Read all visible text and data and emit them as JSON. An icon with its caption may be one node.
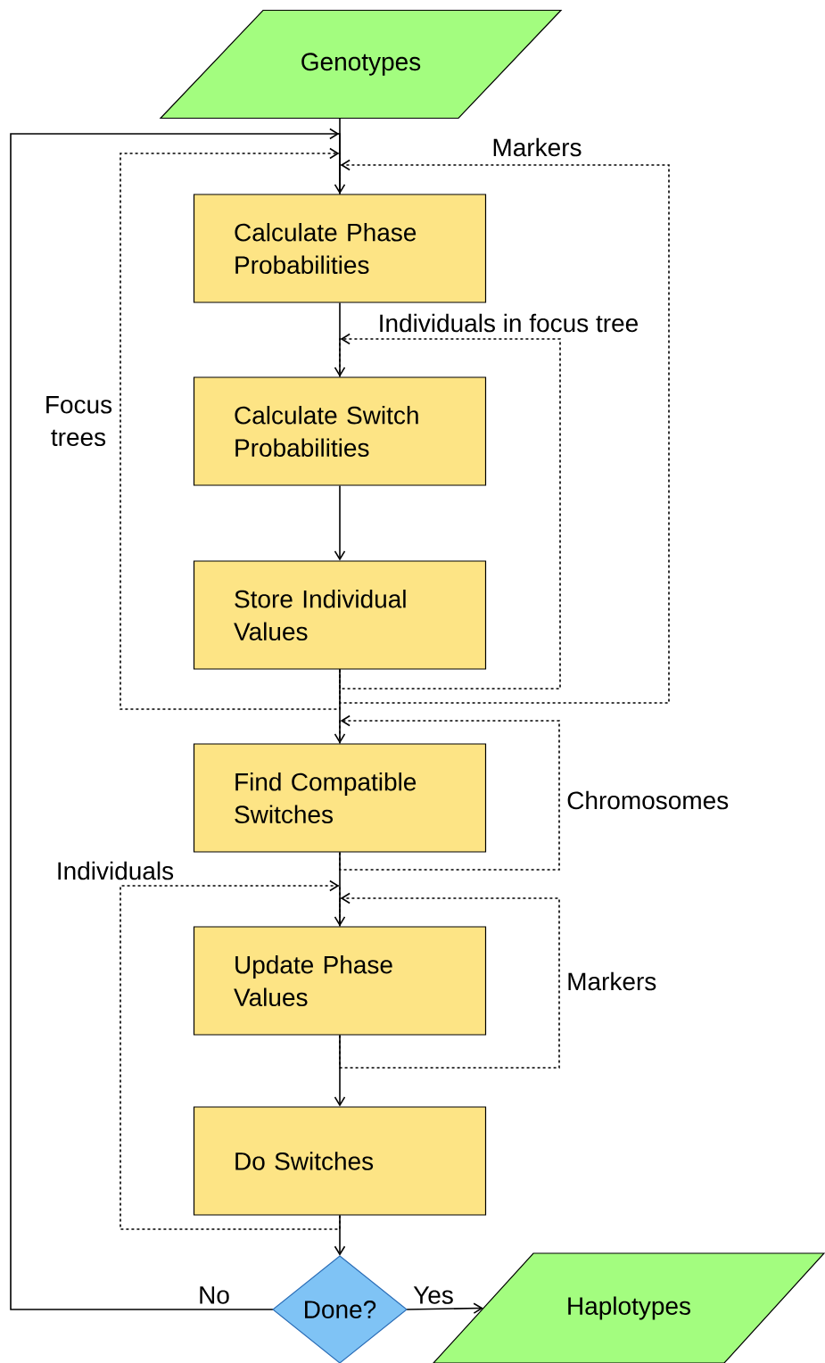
{
  "diagram": {
    "nodes": [
      {
        "text": [
          "Genotypes"
        ]
      },
      {
        "text": [
          "Calculate Phase Probabilities"
        ]
      },
      {
        "text": [
          "Calculate Switch Probabilities"
        ]
      },
      {
        "text": [
          "Store Individual Values"
        ]
      },
      {
        "text": [
          "Find Compatible Switches"
        ]
      },
      {
        "text": [
          "Update Phase Values"
        ]
      },
      {
        "text": [
          "Do Switches"
        ]
      },
      {
        "text": [
          "Done?"
        ]
      },
      {
        "text": [
          "Haplotypes"
        ]
      }
    ],
    "edges": [
      {
        "from": 0,
        "to": 1,
        "arrow": "to"
      },
      {
        "from": 1,
        "to": 2,
        "arrow": "to"
      },
      {
        "from": 2,
        "to": 3,
        "arrow": "to"
      },
      {
        "from": 3,
        "to": 4,
        "arrow": "to"
      },
      {
        "from": 4,
        "to": 5,
        "arrow": "to"
      },
      {
        "from": 5,
        "to": 6,
        "arrow": "to"
      },
      {
        "from": 6,
        "to": 7,
        "arrow": "to"
      },
      {
        "from": 7,
        "to": 8,
        "arrow": "to",
        "label": "Yes"
      },
      {
        "from": 7,
        "to": 1,
        "arrow": "to",
        "label": "No"
      },
      {
        "from": 3,
        "to": 1,
        "arrow": "to",
        "label": "Markers",
        "style": "dashed"
      },
      {
        "from": 3,
        "to": 1,
        "arrow": "to",
        "label": "Focus trees",
        "style": "dashed"
      },
      {
        "from": 3,
        "to": 2,
        "arrow": "to",
        "label": "Individuals in focus tree",
        "style": "dashed"
      },
      {
        "from": 4,
        "to": 4,
        "arrow": "to",
        "label": "Chromosomes",
        "style": "dashed"
      },
      {
        "from": 5,
        "to": 5,
        "arrow": "to",
        "label": "Markers",
        "style": "dashed"
      },
      {
        "from": 6,
        "to": 5,
        "arrow": "to",
        "label": "Individuals",
        "style": "dashed"
      }
    ]
  }
}
